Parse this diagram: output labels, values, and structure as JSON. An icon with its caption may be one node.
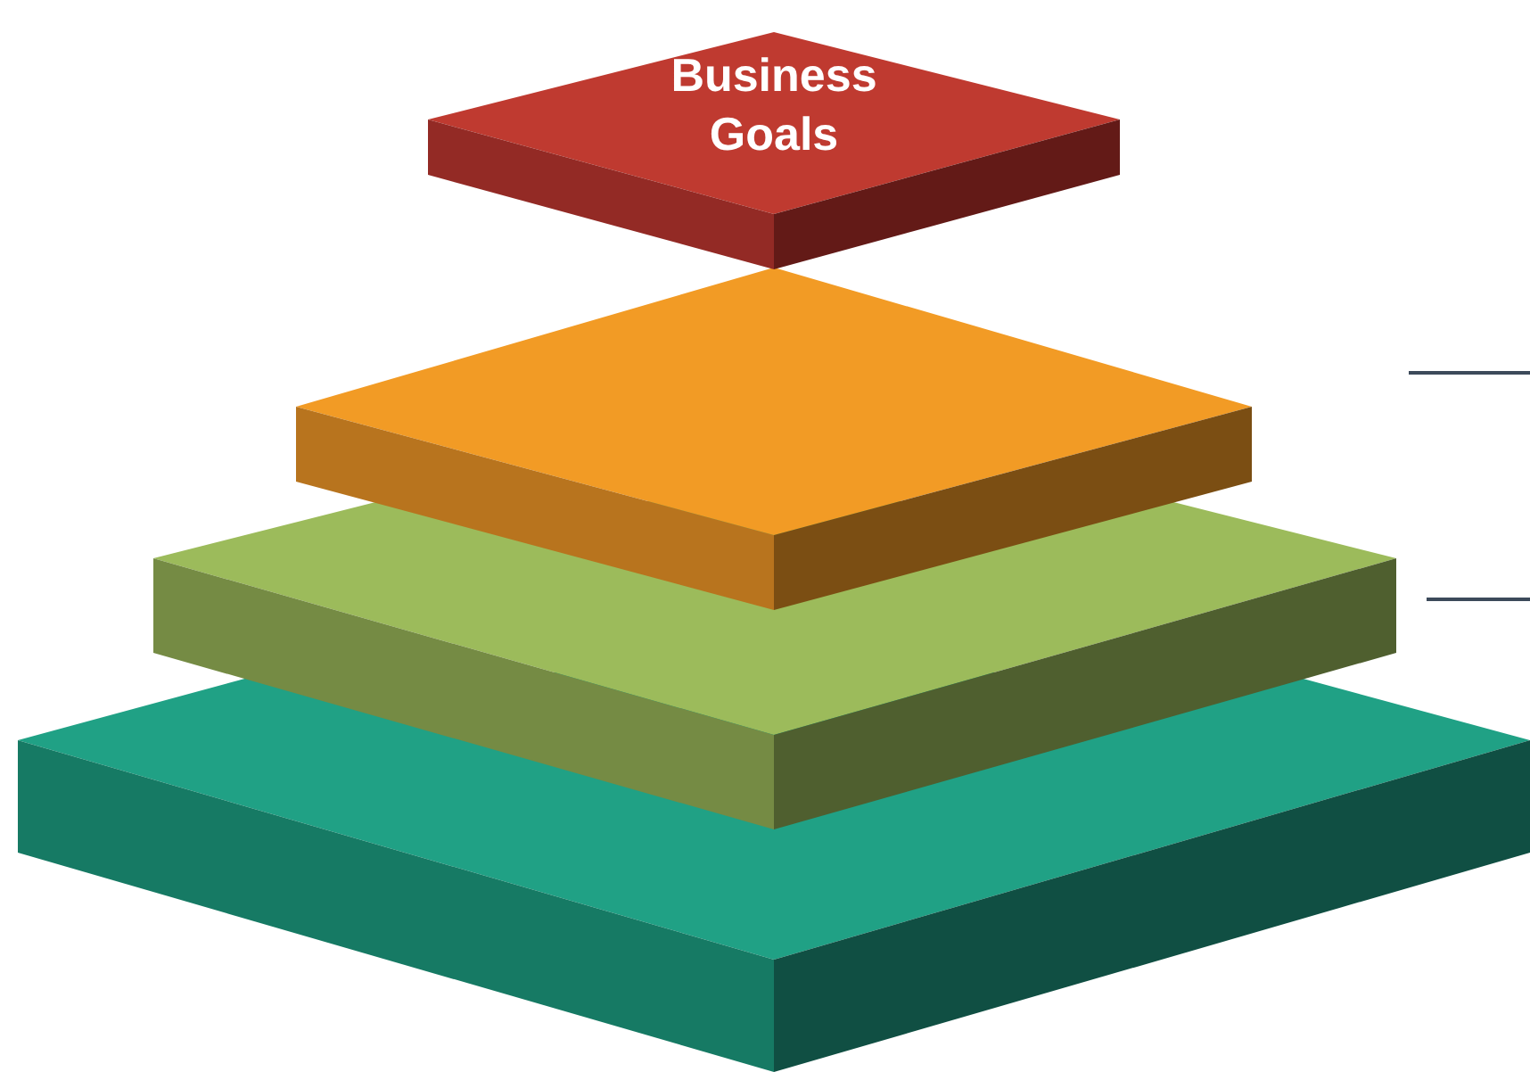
{
  "diagram": {
    "nodes": [
      {
        "text": [
          "Business Goals"
        ]
      },
      {
        "text": [],
        "shape": "box"
      },
      {
        "text": [],
        "shape": "box"
      },
      {
        "text": [],
        "shape": "box"
      }
    ]
  }
}
